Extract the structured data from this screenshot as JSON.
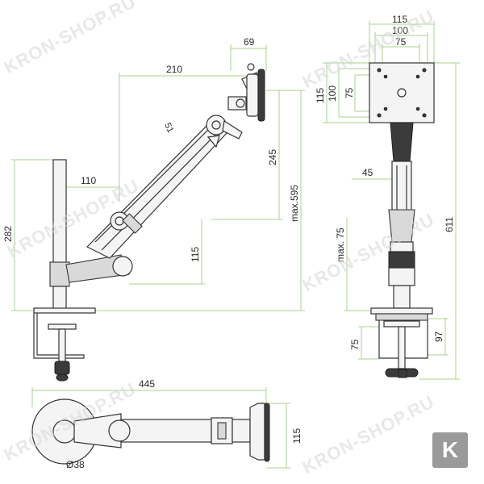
{
  "dimensions": {
    "side_top_width": "69",
    "side_reach": "210",
    "side_angle_label": "51",
    "side_height_245": "245",
    "side_offset_110": "110",
    "side_max_595": "max.595",
    "side_low_115": "115",
    "side_post_282": "282",
    "front_115": "115",
    "front_100": "100",
    "front_75": "75",
    "front_v115": "115",
    "front_v100": "100",
    "front_v75": "75",
    "front_45": "45",
    "front_max75": "max. 75",
    "front_611": "611",
    "front_97": "97",
    "front_clamp75": "75",
    "top_445": "445",
    "top_115": "115",
    "top_dia": "Ø38"
  },
  "watermark": "KRON-SHOP.RU",
  "logo_letter": "K"
}
